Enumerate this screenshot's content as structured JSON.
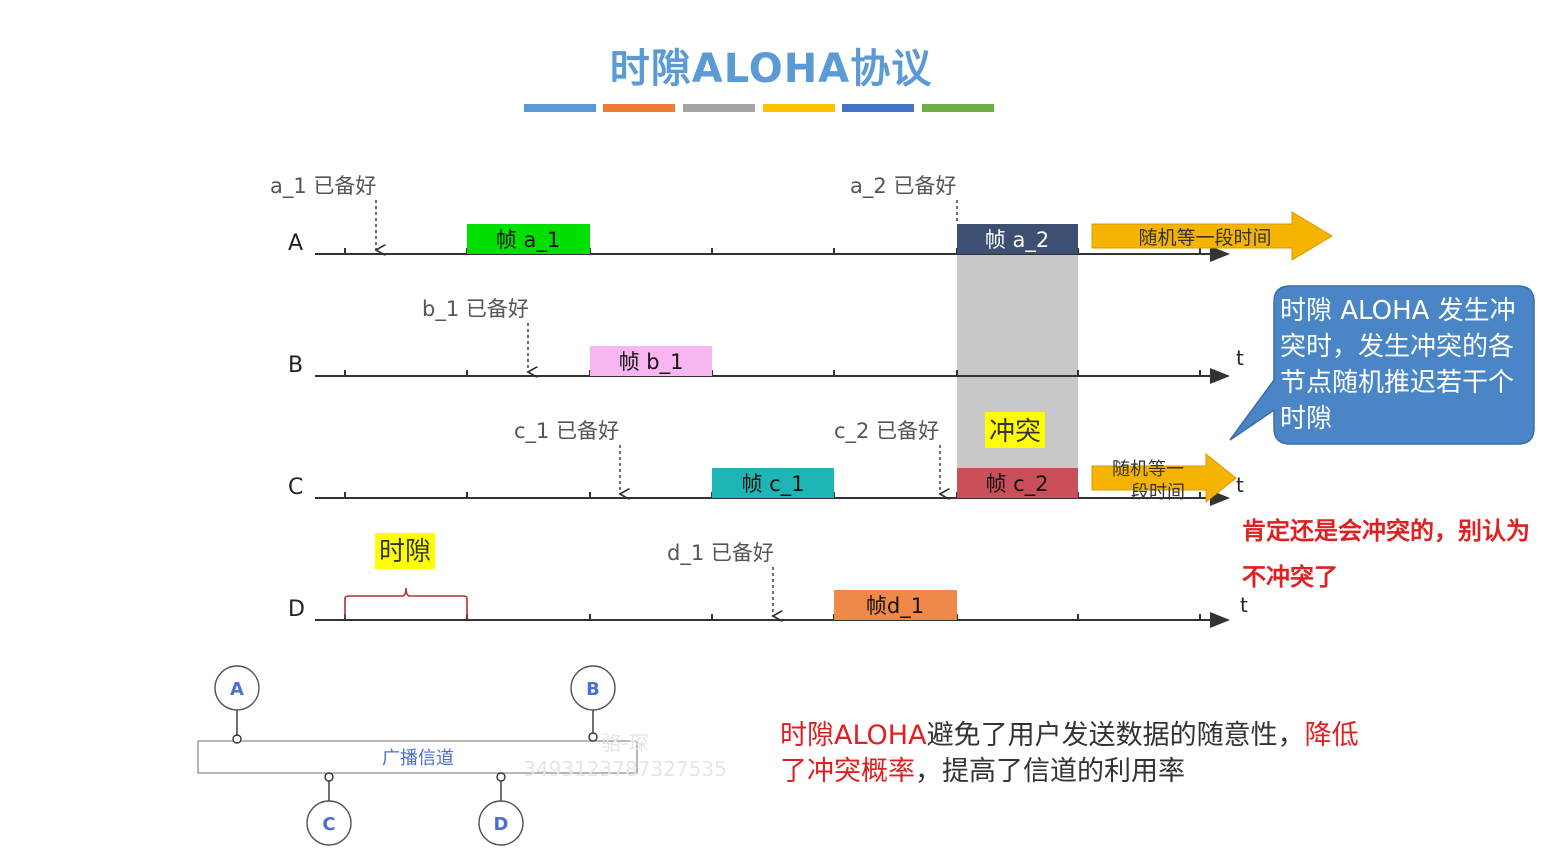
{
  "title": "时隙ALOHA协议",
  "color_bars": [
    "#5b9bd5",
    "#ed7d31",
    "#a5a5a5",
    "#ffc000",
    "#4472c4",
    "#70ad47"
  ],
  "rows": [
    {
      "label": "A",
      "axis_end": ""
    },
    {
      "label": "B",
      "axis_end": "t"
    },
    {
      "label": "C",
      "axis_end": "t"
    },
    {
      "label": "D",
      "axis_end": "t"
    }
  ],
  "frames": {
    "a1": "帧 a_1",
    "a2": "帧 a_2",
    "b1": "帧 b_1",
    "c1": "帧 c_1",
    "c2": "帧 c_2",
    "d1": "帧d_1"
  },
  "ready": {
    "a1": "a_1 已备好",
    "a2": "a_2 已备好",
    "b1": "b_1 已备好",
    "c1": "c_1 已备好",
    "c2": "c_2 已备好",
    "d1": "d_1 已备好"
  },
  "wait_a": "随机等一段时间",
  "wait_c_line1": "随机等一",
  "wait_c_line2": "段时间",
  "collision_label": "冲突",
  "slot_label": "时隙",
  "callout": "时隙 ALOHA 发生冲突时，发生冲突的各节点随机推迟若干个时隙",
  "note_red": "肯定还是会冲突的，别认为不冲突了",
  "channel": {
    "label": "广播信道",
    "nodes": [
      "A",
      "B",
      "C",
      "D"
    ]
  },
  "summary": {
    "part1": "时隙ALOHA",
    "part2": "避免了用户发送数据的随意性，",
    "part3": "降低了冲突概率",
    "part4": "，提高了信道的利用率"
  },
  "watermark": {
    "line1": "骆-琛",
    "line2": "3493123787327535"
  },
  "colors": {
    "frame_a1": "#00e000",
    "frame_a2": "#3d4f72",
    "frame_b1": "#f7b6f0",
    "frame_c1": "#1fb5b5",
    "frame_c2": "#c9505a",
    "frame_d1": "#f0884a",
    "collision_band": "#c8c8c8",
    "wait_arrow": "#f5b400",
    "callout": "#4a86c5",
    "highlight": "#ffff00"
  }
}
